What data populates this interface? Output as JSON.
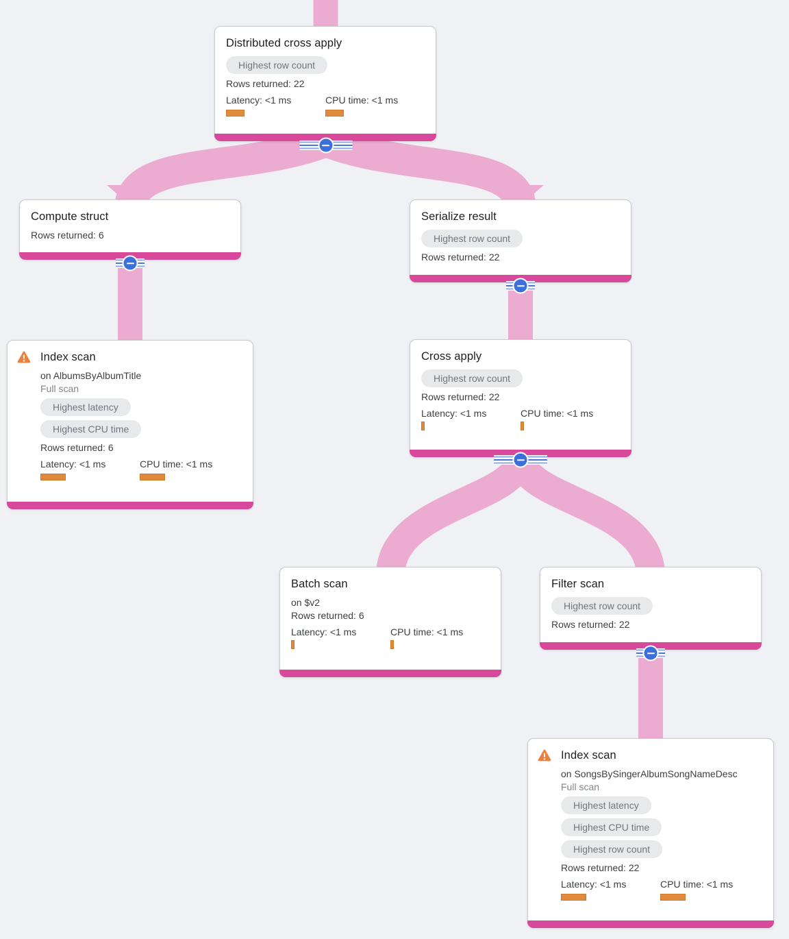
{
  "app": {
    "name": "query-execution-plan-visualizer"
  },
  "colors": {
    "background": "#f0f1f4",
    "edge_pink": "#ecabd1",
    "node_bottom_bar": "#d8499b",
    "metric_bar_orange": "#df8a3c",
    "warning_orange": "#e8823c",
    "expander_blue": "#3a6fdc",
    "badge_bg": "#e8e9eb",
    "badge_text": "#70767d"
  },
  "nodes": [
    {
      "title": "Distributed cross apply",
      "badges": [
        "Highest row count"
      ],
      "rows": "Rows returned: 22",
      "latency_label": "Latency: <1 ms",
      "cpu_label": "CPU time: <1 ms",
      "latency_bar": 27,
      "cpu_bar": 27
    },
    {
      "title": "Compute struct",
      "rows": "Rows returned: 6"
    },
    {
      "title": "Serialize result",
      "badges": [
        "Highest row count"
      ],
      "rows": "Rows returned: 22"
    },
    {
      "title": "Index scan",
      "warning": true,
      "target": "on AlbumsByAlbumTitle",
      "scan_mode": "Full scan",
      "badges": [
        "Highest latency",
        "Highest CPU time"
      ],
      "rows": "Rows returned: 6",
      "latency_label": "Latency: <1 ms",
      "cpu_label": "CPU time: <1 ms",
      "latency_bar": 37,
      "cpu_bar": 37
    },
    {
      "title": "Cross apply",
      "badges": [
        "Highest row count"
      ],
      "rows": "Rows returned: 22",
      "latency_label": "Latency: <1 ms",
      "cpu_label": "CPU time: <1 ms",
      "latency_bar": 5,
      "cpu_bar": 5
    },
    {
      "title": "Batch scan",
      "target": "on $v2",
      "rows": "Rows returned: 6",
      "latency_label": "Latency: <1 ms",
      "cpu_label": "CPU time: <1 ms",
      "latency_bar": 5,
      "cpu_bar": 5
    },
    {
      "title": "Filter scan",
      "badges": [
        "Highest row count"
      ],
      "rows": "Rows returned: 22"
    },
    {
      "title": "Index scan",
      "warning": true,
      "target": "on SongsBySingerAlbumSongNameDesc",
      "scan_mode": "Full scan",
      "badges": [
        "Highest latency",
        "Highest CPU time",
        "Highest row count"
      ],
      "rows": "Rows returned: 22",
      "latency_label": "Latency: <1 ms",
      "cpu_label": "CPU time: <1 ms",
      "latency_bar": 37,
      "cpu_bar": 37
    }
  ]
}
